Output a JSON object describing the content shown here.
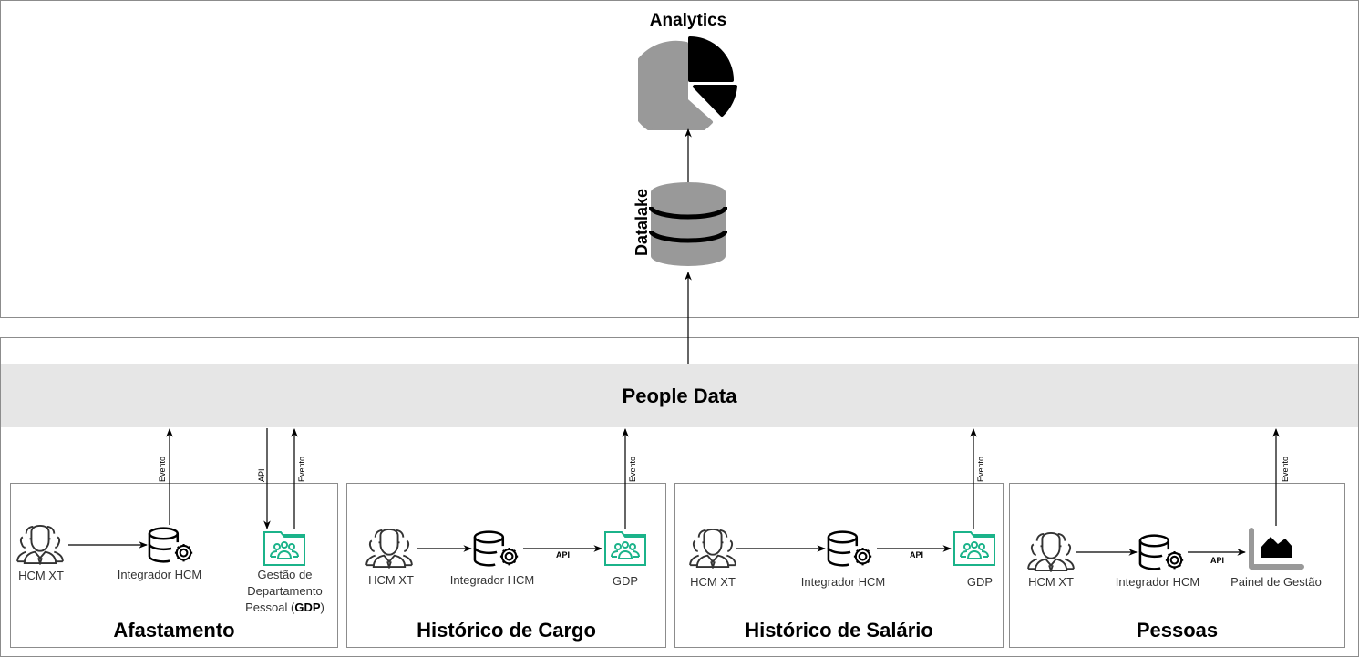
{
  "top_section": {
    "analytics_label": "Analytics",
    "datalake_label": "Datalake"
  },
  "people_data": {
    "label": "People Data"
  },
  "edge_labels": {
    "event": "Evento",
    "api": "API"
  },
  "lanes": [
    {
      "title": "Afastamento",
      "source_label": "HCM  XT",
      "integrator_label": "Integrador HCM",
      "target_label_line1": "Gestão de",
      "target_label_line2": "Departamento",
      "target_label_line3_prefix": "Pessoal (",
      "target_label_line3_bold": "GDP",
      "target_label_line3_suffix": ")",
      "target_icon": "folder-people-icon"
    },
    {
      "title": "Histórico de Cargo",
      "source_label": "HCM XT",
      "integrator_label": "Integrador HCM",
      "target_label": "GDP",
      "target_icon": "folder-people-icon"
    },
    {
      "title": "Histórico de Salário",
      "source_label": "HCM XT",
      "integrator_label": "Integrador HCM",
      "target_label": "GDP",
      "target_icon": "folder-people-icon"
    },
    {
      "title": "Pessoas",
      "source_label": "HCM XT",
      "integrator_label": "Integrador HCM",
      "target_label": "Painel de Gestão",
      "target_icon": "area-chart-icon"
    }
  ],
  "colors": {
    "gdp_accent": "#1bb38a",
    "gray_fill": "#999999",
    "band_fill": "#e6e6e6"
  }
}
